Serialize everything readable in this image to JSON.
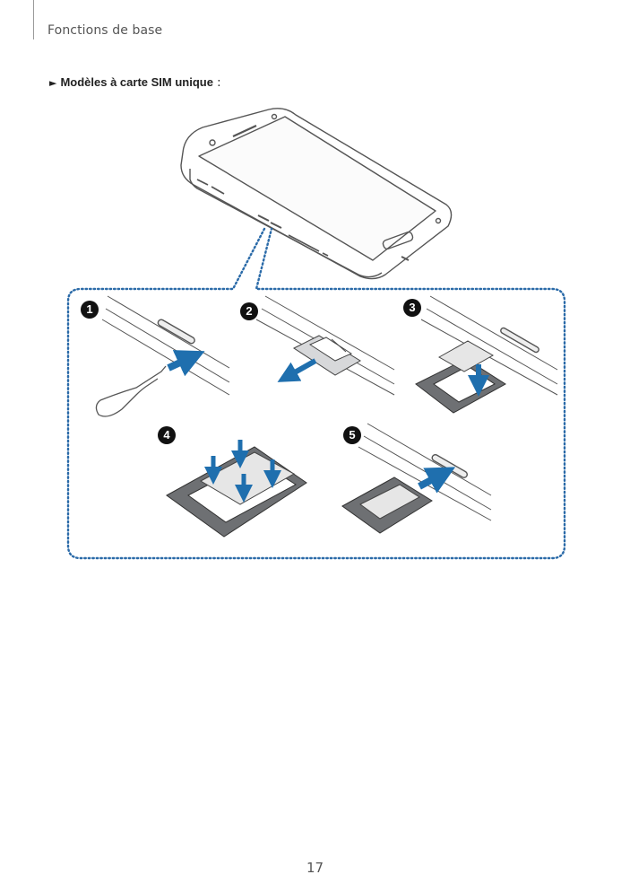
{
  "header": {
    "section_title": "Fonctions de base"
  },
  "subheading": {
    "marker": "►",
    "title": "Modèles à carte SIM unique",
    "suffix": " :"
  },
  "steps": [
    "1",
    "2",
    "3",
    "4",
    "5"
  ],
  "footer": {
    "page_number": "17"
  },
  "colors": {
    "arrow_blue": "#1f6fae",
    "dotted_outline": "#2a6aa8",
    "tray_grey": "#6e7073",
    "device_line": "#555555"
  },
  "icons": [
    "play-triangle-icon"
  ]
}
